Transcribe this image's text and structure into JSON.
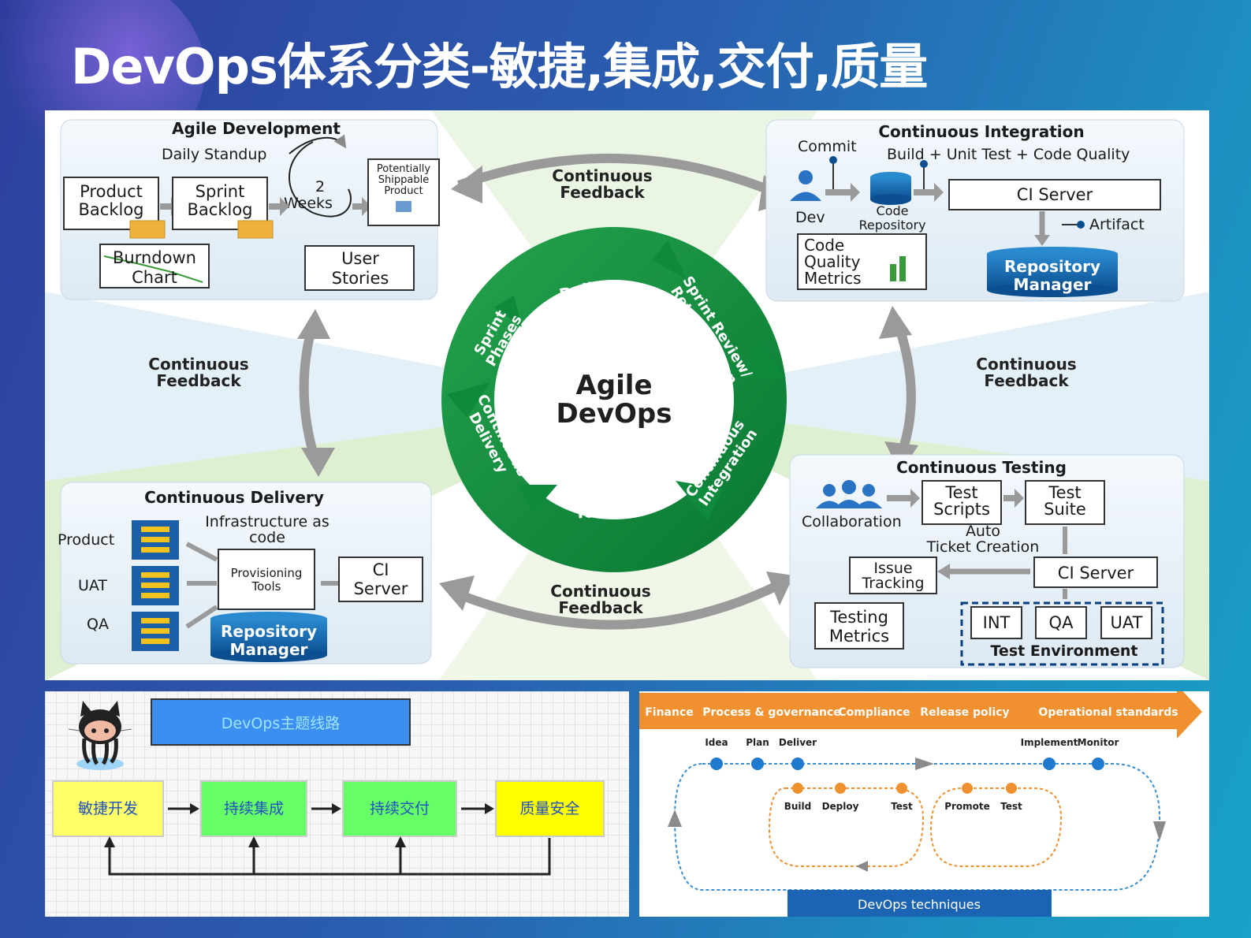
{
  "title": "DevOps体系分类-敏捷,集成,交付,质量",
  "main": {
    "center": {
      "line1": "Agile",
      "line2": "DevOps"
    },
    "ring": {
      "daily_scrum": [
        "Daily",
        "Scrum"
      ],
      "sprint_review": [
        "Sprint Review/",
        "Retrospection"
      ],
      "continuous_integration": [
        "Continuous",
        "Integration"
      ],
      "continuous_testing": [
        "Continuous",
        "Testing"
      ],
      "continuous_delivery": [
        "Continuous",
        "Delivery"
      ],
      "sprint_phases": [
        "Sprint",
        "Phases"
      ]
    },
    "feedback": {
      "line1": "Continuous",
      "line2": "Feedback"
    },
    "agile": {
      "title": "Agile Development",
      "daily_standup": "Daily Standup",
      "two": "2",
      "weeks": "Weeks",
      "product_backlog": [
        "Product",
        "Backlog"
      ],
      "sprint_backlog": [
        "Sprint",
        "Backlog"
      ],
      "potentially": [
        "Potentially",
        "Shippable",
        "Product"
      ],
      "burndown": [
        "Burndown",
        "Chart"
      ],
      "user_stories": [
        "User",
        "Stories"
      ]
    },
    "ci": {
      "title": "Continuous Integration",
      "commit": "Commit",
      "build_line": "Build + Unit Test + Code Quality",
      "dev": "Dev",
      "code_repo": [
        "Code",
        "Repository"
      ],
      "ci_server": "CI Server",
      "artifact": "Artifact",
      "code_quality": [
        "Code",
        "Quality",
        "Metrics"
      ],
      "repo_manager": [
        "Repository",
        "Manager"
      ]
    },
    "cd": {
      "title": "Continuous Delivery",
      "infra": [
        "Infrastructure as",
        "code"
      ],
      "product": "Product",
      "uat": "UAT",
      "qa": "QA",
      "provisioning": [
        "Provisioning",
        "Tools"
      ],
      "ci_server": [
        "CI",
        "Server"
      ],
      "repo_manager": [
        "Repository",
        "Manager"
      ]
    },
    "ct": {
      "title": "Continuous Testing",
      "collaboration": "Collaboration",
      "test_scripts": [
        "Test",
        "Scripts"
      ],
      "test_suite": [
        "Test",
        "Suite"
      ],
      "auto_ticket": [
        "Auto",
        "Ticket Creation"
      ],
      "issue_tracking": [
        "Issue",
        "Tracking"
      ],
      "ci_server": "CI Server",
      "testing_metrics": [
        "Testing",
        "Metrics"
      ],
      "int": "INT",
      "qa": "QA",
      "uat": "UAT",
      "test_env": "Test Environment"
    }
  },
  "flow": {
    "header": "DevOps主题线路",
    "steps": [
      {
        "label": "敏捷开发",
        "color": "#ffff66"
      },
      {
        "label": "持续集成",
        "color": "#66ff66"
      },
      {
        "label": "持续交付",
        "color": "#66ff66"
      },
      {
        "label": "质量安全",
        "color": "#ffff00"
      }
    ],
    "header_color": "#3b8ff0"
  },
  "techniques": {
    "bar_labels": [
      "Finance",
      "Process & governance",
      "Compliance",
      "Release policy",
      "Operational standards"
    ],
    "top_nodes": [
      "Idea",
      "Plan",
      "Deliver",
      "Implement",
      "Monitor"
    ],
    "inner_nodes": [
      "Build",
      "Deploy",
      "Test",
      "Promote",
      "Test"
    ],
    "footer": "DevOps techniques",
    "bar_color": "#f0902e",
    "footer_color": "#1b63b3"
  }
}
